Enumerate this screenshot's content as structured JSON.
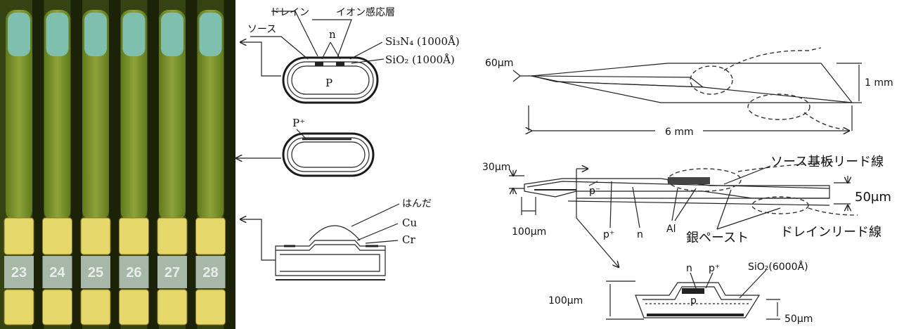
{
  "photo": {
    "chip_numbers": [
      "23",
      "24",
      "25",
      "26",
      "27",
      "28"
    ]
  },
  "fig_cross": {
    "label_drain": "ドレイン",
    "label_ion_layer": "イオン感応層",
    "label_source": "ソース",
    "label_n": "n",
    "label_si3n4": "Si₃N₄ (1000Å)",
    "label_sio2": "SiO₂ (1000Å)",
    "label_p": "P",
    "label_pplus": "P⁺",
    "label_solder": "はんだ",
    "label_cu": "Cu",
    "label_cr": "Cr"
  },
  "fig_probe": {
    "dim_60um": "60μm",
    "dim_1mm": "1 mm",
    "dim_6mm": "6 mm",
    "dim_30um": "30μm",
    "dim_100um_tip": "100μm",
    "dim_50um": "50μm",
    "label_source_lead": "ソース基板リード線",
    "label_drain_lead": "ドレインリード線",
    "label_silver_paste": "銀ペースト",
    "label_p_minus": "p⁻",
    "label_p_plus": "p⁺",
    "label_n": "n",
    "label_al": "Al",
    "label_sio2_6000": "SiO₂(6000Å)",
    "label_p": "p",
    "label_n2": "n",
    "label_p_plus2": "p⁺",
    "dim_100um_sec": "100μm",
    "dim_50um_sec": "50μm"
  }
}
